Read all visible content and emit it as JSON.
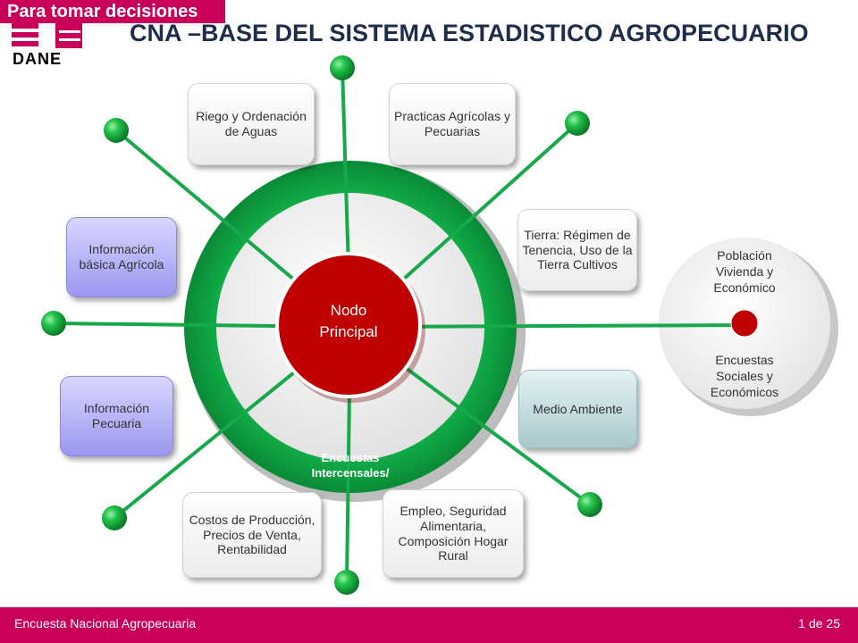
{
  "header": {
    "tagline": "Para tomar decisiones",
    "logo_text": "DANE",
    "title": "CNA –BASE DEL SISTEMA ESTADISTICO AGROPECUARIO"
  },
  "diagram": {
    "center": {
      "line1": "Nodo",
      "line2": "Principal"
    },
    "ring_label": {
      "line1": "Encuestas",
      "line2": "Intercensales/"
    },
    "boxes": {
      "riego": "Riego y Ordenación de Aguas",
      "practicas": "Practicas Agrícolas y Pecuarias",
      "tierra": "Tierra: Régimen de Tenencia, Uso de la Tierra Cultivos",
      "info_basica": "Información básica Agrícola",
      "info_pecuaria": "Información Pecuaria",
      "medio_ambiente": "Medio Ambiente",
      "costos": "Costos de Producción, Precios de Venta, Rentabilidad",
      "empleo": "Empleo, Seguridad Alimentaria, Composición Hogar Rural"
    },
    "side_circle": {
      "top": "Población Vivienda y Económico",
      "bottom": "Encuestas Sociales y Económicos"
    }
  },
  "colors": {
    "brand_magenta": "#c8005a",
    "ring_green": "#1aa84a",
    "node_red": "#c00000"
  },
  "footer": {
    "left": "Encuesta Nacional Agropecuaria",
    "right": "1 de 25"
  }
}
